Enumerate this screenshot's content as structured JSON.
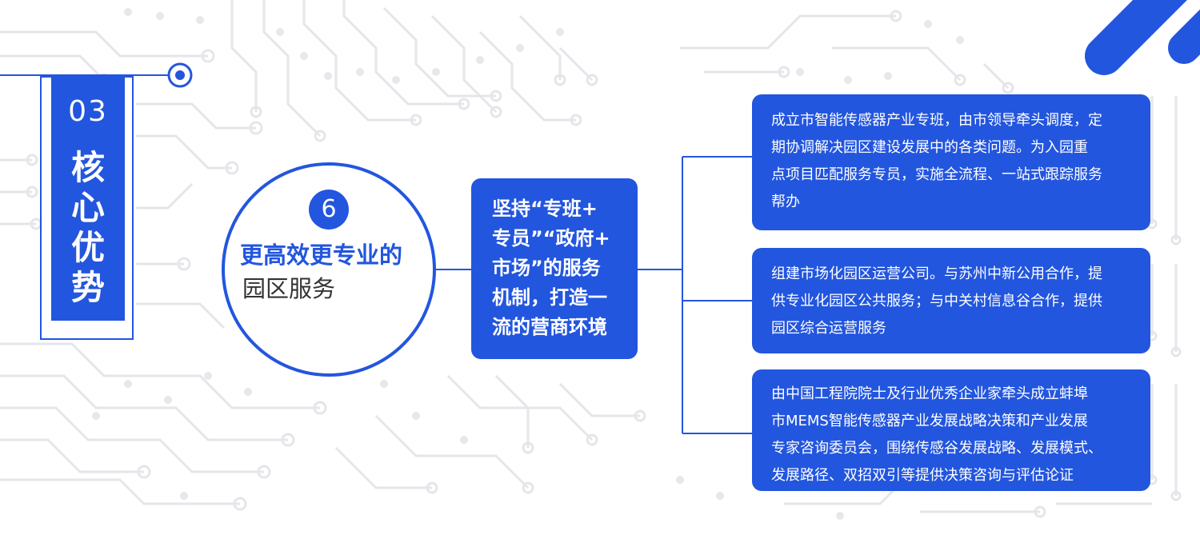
{
  "side": {
    "number": "03",
    "title_chars": [
      "核",
      "心",
      "优",
      "势"
    ]
  },
  "center": {
    "badge": "6",
    "title_line1": "更高效更专业的",
    "title_line2": "园区服务"
  },
  "mechanism": {
    "lines": [
      "坚持“专班+",
      "专员”“政府+",
      "市场”的服务",
      "机制，打造一",
      "流的营商环境"
    ]
  },
  "items": [
    {
      "lines": [
        "成立市智能传感器产业专班，由市领导牵头调度，定",
        "期协调解决园区建设发展中的各类问题。为入园重",
        "点项目匹配服务专员，实施全流程、一站式跟踪服务",
        "帮办"
      ]
    },
    {
      "lines": [
        "组建市场化园区运营公司。与苏州中新公用合作，提",
        "供专业化园区公共服务；与中关村信息谷合作，提供",
        "园区综合运营服务"
      ]
    },
    {
      "lines": [
        "由中国工程院院士及行业优秀企业家牵头成立蚌埠",
        "市MEMS智能传感器产业发展战略决策和产业发展",
        "专家咨询委员会，围绕传感谷发展战略、发展模式、",
        "发展路径、双招双引等提供决策咨询与评估论证"
      ]
    }
  ],
  "colors": {
    "accent": "#2356de",
    "circuit": "#e6e8ec",
    "text_dark": "#333333"
  }
}
